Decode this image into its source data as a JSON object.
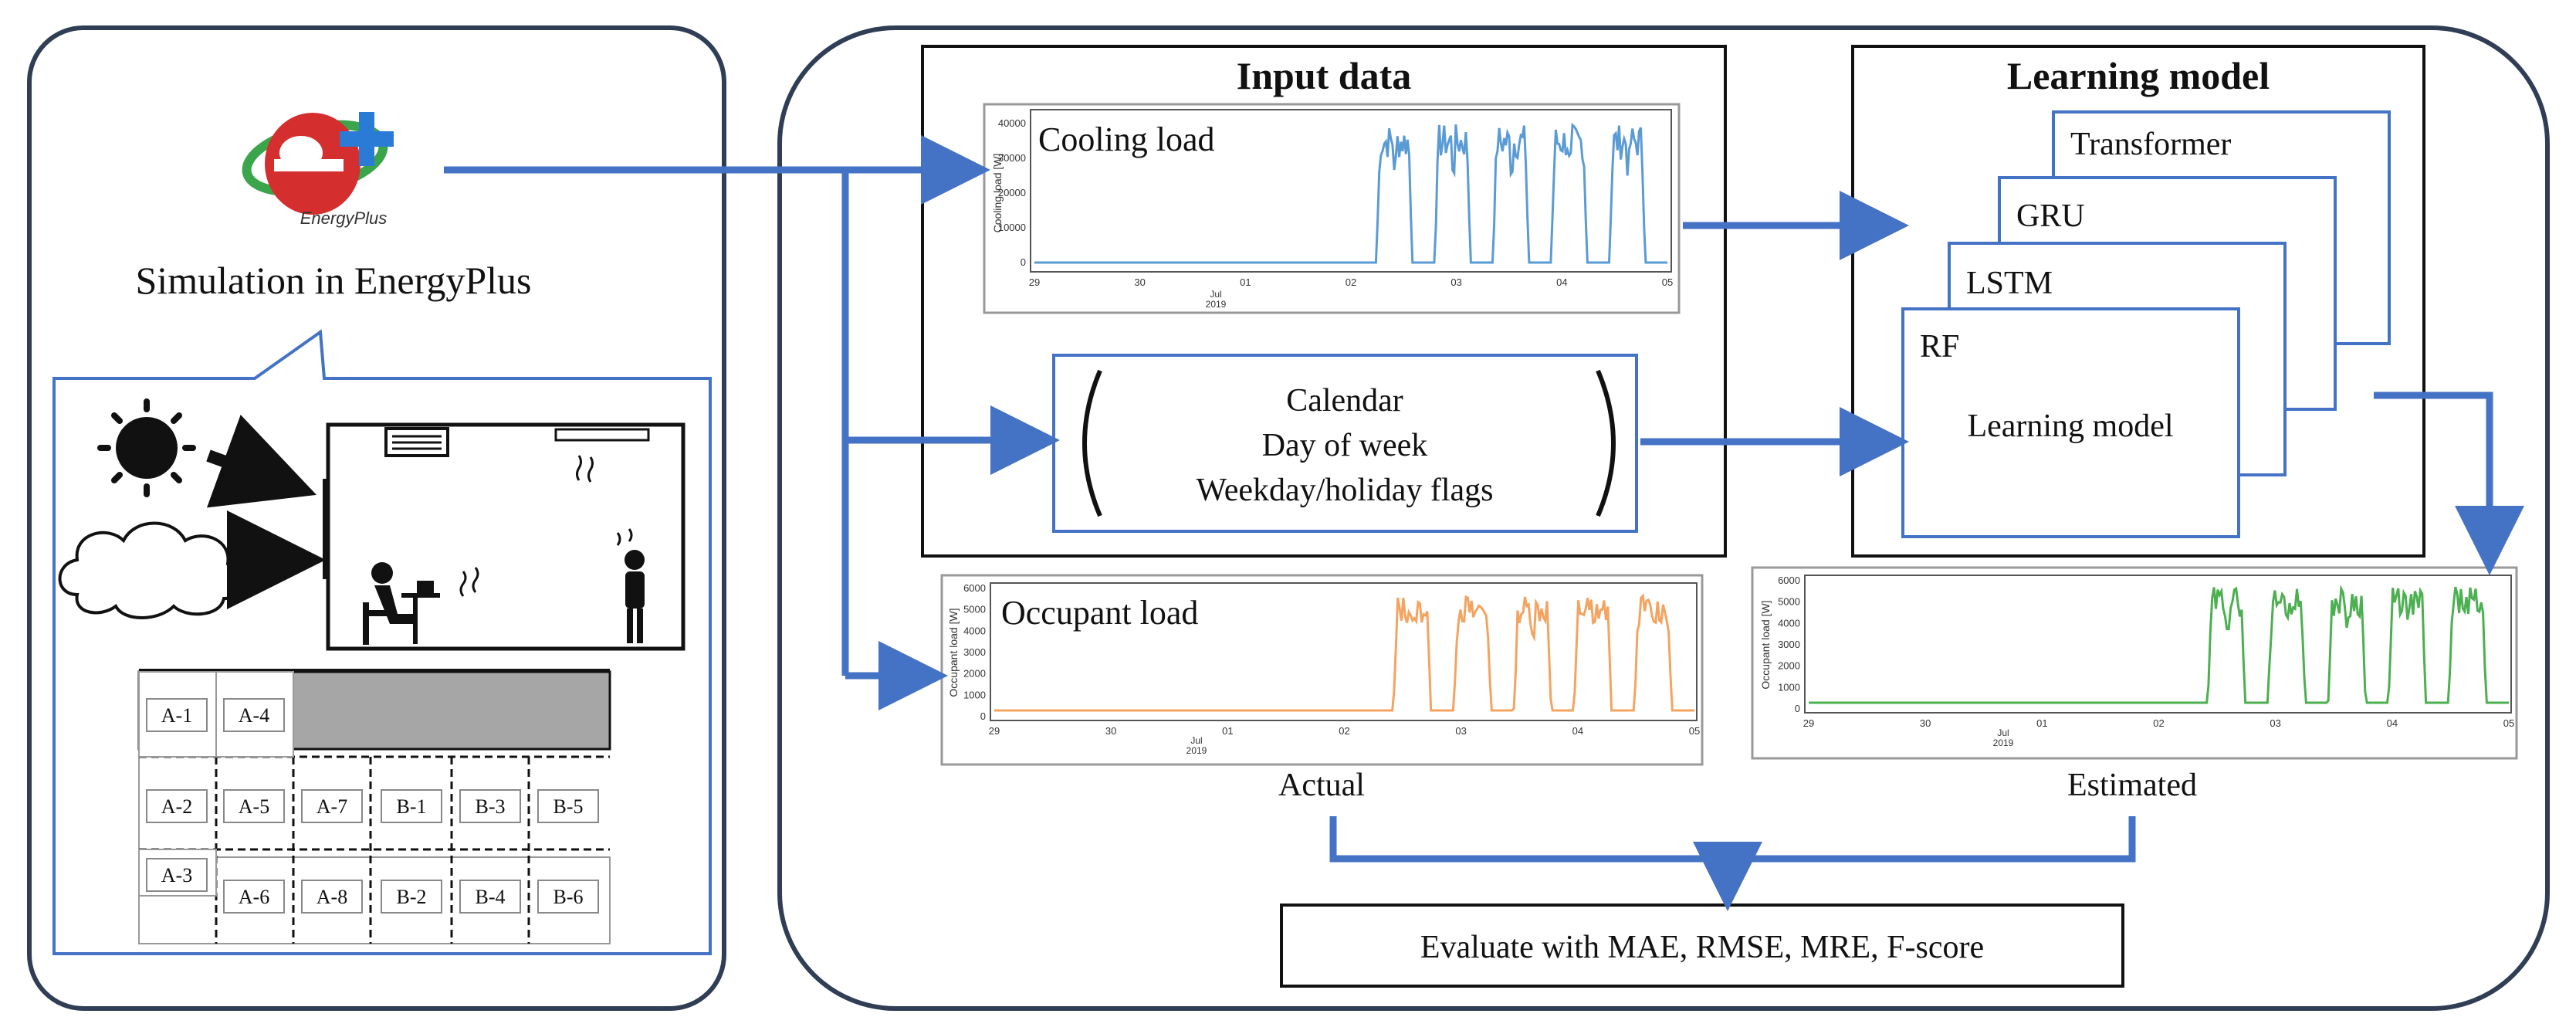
{
  "left_panel": {
    "logo": {
      "icon": "energyplus-logo-icon",
      "logo_text": "EnergyPlus",
      "colors": {
        "red": "#d42e2e",
        "green": "#3aa54a",
        "blue": "#2a7bd6"
      }
    },
    "simulation_label": "Simulation in EnergyPlus",
    "scene_icons": [
      "sun-icon",
      "cloud-icon",
      "arrow-right-icon",
      "ceiling-ac-icon",
      "ceiling-light-icon",
      "seated-person-laptop-icon",
      "standing-person-icon",
      "heat-wave-icon"
    ],
    "floor_plan": {
      "rooms_row1": [
        "A-1",
        "A-4"
      ],
      "rooms_row2": [
        "A-2",
        "A-5",
        "A-7",
        "B-1",
        "B-3",
        "B-5"
      ],
      "rooms_row3": [
        "A-3",
        "A-6",
        "A-8",
        "B-2",
        "B-4",
        "B-6"
      ]
    }
  },
  "input_data": {
    "title": "Input data",
    "cooling_chart": {
      "label": "Cooling load",
      "ylabel": "Cooling load [W]",
      "y_ticks": [
        "0",
        "10000",
        "20000",
        "30000",
        "40000"
      ],
      "x_ticks": [
        "29",
        "30",
        "01",
        "02",
        "03",
        "04",
        "05"
      ],
      "x_sub": [
        "Jul",
        "2019"
      ]
    },
    "calendar": {
      "line1": "Calendar",
      "line2": "Day of week",
      "line3": "Weekday/holiday  flags"
    }
  },
  "learning_model": {
    "title": "Learning model",
    "stack": [
      "Transformer",
      "GRU",
      "LSTM",
      "RF"
    ],
    "front_label": "Learning model"
  },
  "occupant_actual": {
    "label": "Occupant load",
    "ylabel": "Occupant load [W]",
    "y_ticks": [
      "0",
      "1000",
      "2000",
      "3000",
      "4000",
      "5000",
      "6000"
    ],
    "x_ticks": [
      "29",
      "30",
      "01",
      "02",
      "03",
      "04",
      "05"
    ],
    "x_sub": [
      "Jul",
      "2019"
    ],
    "caption": "Actual"
  },
  "occupant_estimated": {
    "ylabel": "Occupant load [W]",
    "y_ticks": [
      "0",
      "1000",
      "2000",
      "3000",
      "4000",
      "5000",
      "6000"
    ],
    "x_ticks": [
      "29",
      "30",
      "01",
      "02",
      "03",
      "04",
      "05"
    ],
    "x_sub": [
      "Jul",
      "2019"
    ],
    "caption": "Estimated"
  },
  "evaluation": {
    "label": "Evaluate with MAE, RMSE, MRE, F-score"
  },
  "colors": {
    "arrow": "#4472c4",
    "model_border": "#4472c4",
    "cooling_line": "#5b9bd5",
    "actual_line": "#f4a460",
    "estimated_line": "#4caf50",
    "panel_border": "#2f3e55"
  }
}
